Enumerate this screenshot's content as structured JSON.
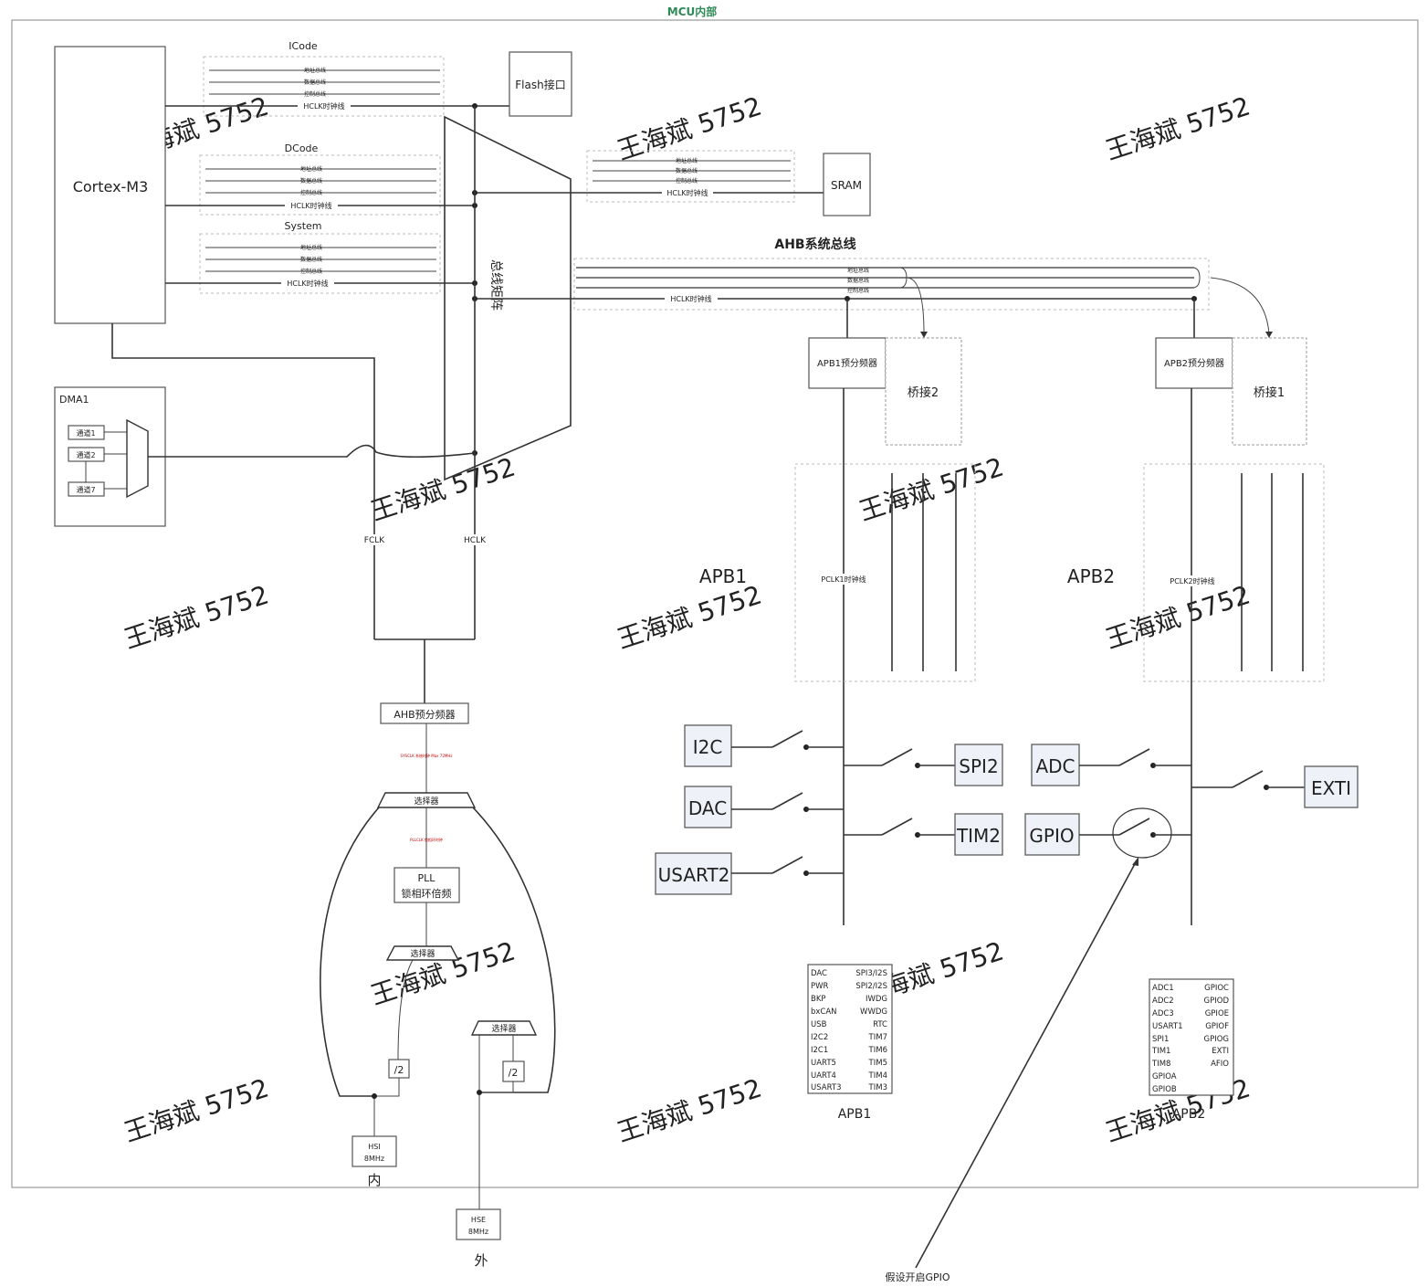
{
  "title": "MCU内部",
  "watermark": "王海斌 5752",
  "colors": {
    "title": "#2e8b57",
    "peripheral_fill": "#eef1f8",
    "line": "#333333",
    "note_red": "#c00000"
  },
  "cortex": "Cortex-M3",
  "buses": {
    "icode": "ICode",
    "dcode": "DCode",
    "system": "System",
    "lines": [
      "地址总线",
      "数据总线",
      "控制总线",
      "HCLK时钟线"
    ]
  },
  "flash": "Flash接口",
  "sram": "SRAM",
  "matrix": "总线矩阵",
  "ahb_title": "AHB系统总线",
  "dma": {
    "title": "DMA1",
    "channels": [
      "通道1",
      "通道2",
      "通道7"
    ]
  },
  "clocks": {
    "fclk": "FCLK",
    "hclk": "HCLK"
  },
  "ahb_prescaler": "AHB预分频器",
  "ahb_note": "SYSCLK 系统时钟 Max 72MHz",
  "pll_note": "PLLCLK 锁相环时钟",
  "selector": "选择器",
  "pll": {
    "line1": "PLL",
    "line2": "锁相环倍频"
  },
  "div2": "/2",
  "hsi": {
    "name": "HSI",
    "freq": "8MHz",
    "label": "内"
  },
  "hse": {
    "name": "HSE",
    "freq": "8MHz",
    "label": "外"
  },
  "apb1": {
    "prescaler": "APB1预分频器",
    "bridge": "桥接2",
    "label": "APB1",
    "clock": "PCLK1时钟线",
    "peripherals_left": [
      "I2C",
      "DAC",
      "USART2"
    ],
    "peripherals_right": [
      "SPI2",
      "TIM2"
    ],
    "list_left": [
      "DAC",
      "PWR",
      "BKP",
      "bxCAN",
      "USB",
      "I2C2",
      "I2C1",
      "UART5",
      "UART4",
      "USART3"
    ],
    "list_right": [
      "SPI3/I2S",
      "SPI2/I2S",
      "IWDG",
      "WWDG",
      "RTC",
      "TIM7",
      "TIM6",
      "TIM5",
      "TIM4",
      "TIM3"
    ],
    "list_caption": "APB1"
  },
  "apb2": {
    "prescaler": "APB2预分频器",
    "bridge": "桥接1",
    "label": "APB2",
    "clock": "PCLK2时钟线",
    "peripherals_left": [
      "ADC",
      "GPIO"
    ],
    "peripherals_right": [
      "EXTI"
    ],
    "list_left": [
      "ADC1",
      "ADC2",
      "ADC3",
      "USART1",
      "SPI1",
      "TIM1",
      "TIM8",
      "GPIOA",
      "GPIOB"
    ],
    "list_right": [
      "GPIOC",
      "GPIOD",
      "GPIOE",
      "GPIOF",
      "GPIOG",
      "EXTI",
      "AFIO"
    ],
    "list_caption": "APB2"
  },
  "gpio_note": "假设开启GPIO"
}
